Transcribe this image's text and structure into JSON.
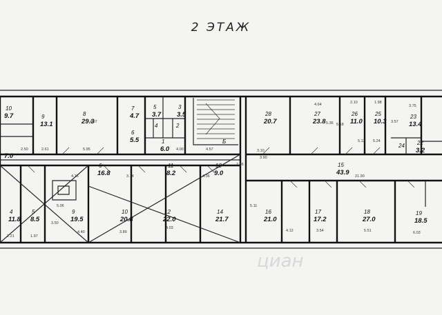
{
  "title": "2 ЭТАЖ",
  "watermark": "циан",
  "rooms": [
    {
      "num": "10",
      "area": "9.7"
    },
    {
      "num": "9",
      "area": "13.1"
    },
    {
      "num": "8",
      "area": "29.3"
    },
    {
      "num": "7",
      "area": "4.7"
    },
    {
      "num": "5",
      "area": "3.7"
    },
    {
      "num": "3",
      "area": "3.5"
    },
    {
      "num": "4",
      "area": ""
    },
    {
      "num": "2",
      "area": ""
    },
    {
      "num": "6",
      "area": "5.5"
    },
    {
      "num": "1",
      "area": "6.0"
    },
    {
      "num": "28",
      "area": "20.7"
    },
    {
      "num": "27",
      "area": "23.8"
    },
    {
      "num": "26",
      "area": "11.0"
    },
    {
      "num": "25",
      "area": "10.3"
    },
    {
      "num": "23",
      "area": "13.4"
    },
    {
      "num": "24",
      "area": ""
    },
    {
      "num": "22",
      "area": "3.2"
    },
    {
      "num": "Б",
      "area": ""
    },
    {
      "num": "",
      "area": "7.0"
    },
    {
      "num": "6",
      "area": "16.8"
    },
    {
      "num": "11",
      "area": "8.2"
    },
    {
      "num": "13",
      "area": "9.0"
    },
    {
      "num": "15",
      "area": "43.9"
    },
    {
      "num": "4",
      "area": "11.8"
    },
    {
      "num": "5",
      "area": "8.5"
    },
    {
      "num": "9",
      "area": "19.5"
    },
    {
      "num": "10",
      "area": "20.8"
    },
    {
      "num": "12",
      "area": "22.0"
    },
    {
      "num": "14",
      "area": "21.7"
    },
    {
      "num": "16",
      "area": "21.0"
    },
    {
      "num": "17",
      "area": "17.2"
    },
    {
      "num": "18",
      "area": "27.0"
    },
    {
      "num": "19",
      "area": "18.5"
    }
  ],
  "dimensions": [
    "4.64",
    "2.10",
    "1.98",
    "3.75",
    "4.97",
    "5.18",
    "5.36",
    "5.13",
    "5.24",
    "3.57",
    "5.95",
    "2.61",
    "2.50",
    "3.10",
    "4.00",
    "4.57",
    "3.90",
    "21.90",
    "3.74",
    "4.36",
    "2.66",
    "5.11",
    "4.12",
    "3.54",
    "5.51",
    "6.03",
    "4.40",
    "3.89",
    "4.03",
    "1.97",
    "2.21",
    "3.50",
    "5.06",
    "4.16"
  ]
}
